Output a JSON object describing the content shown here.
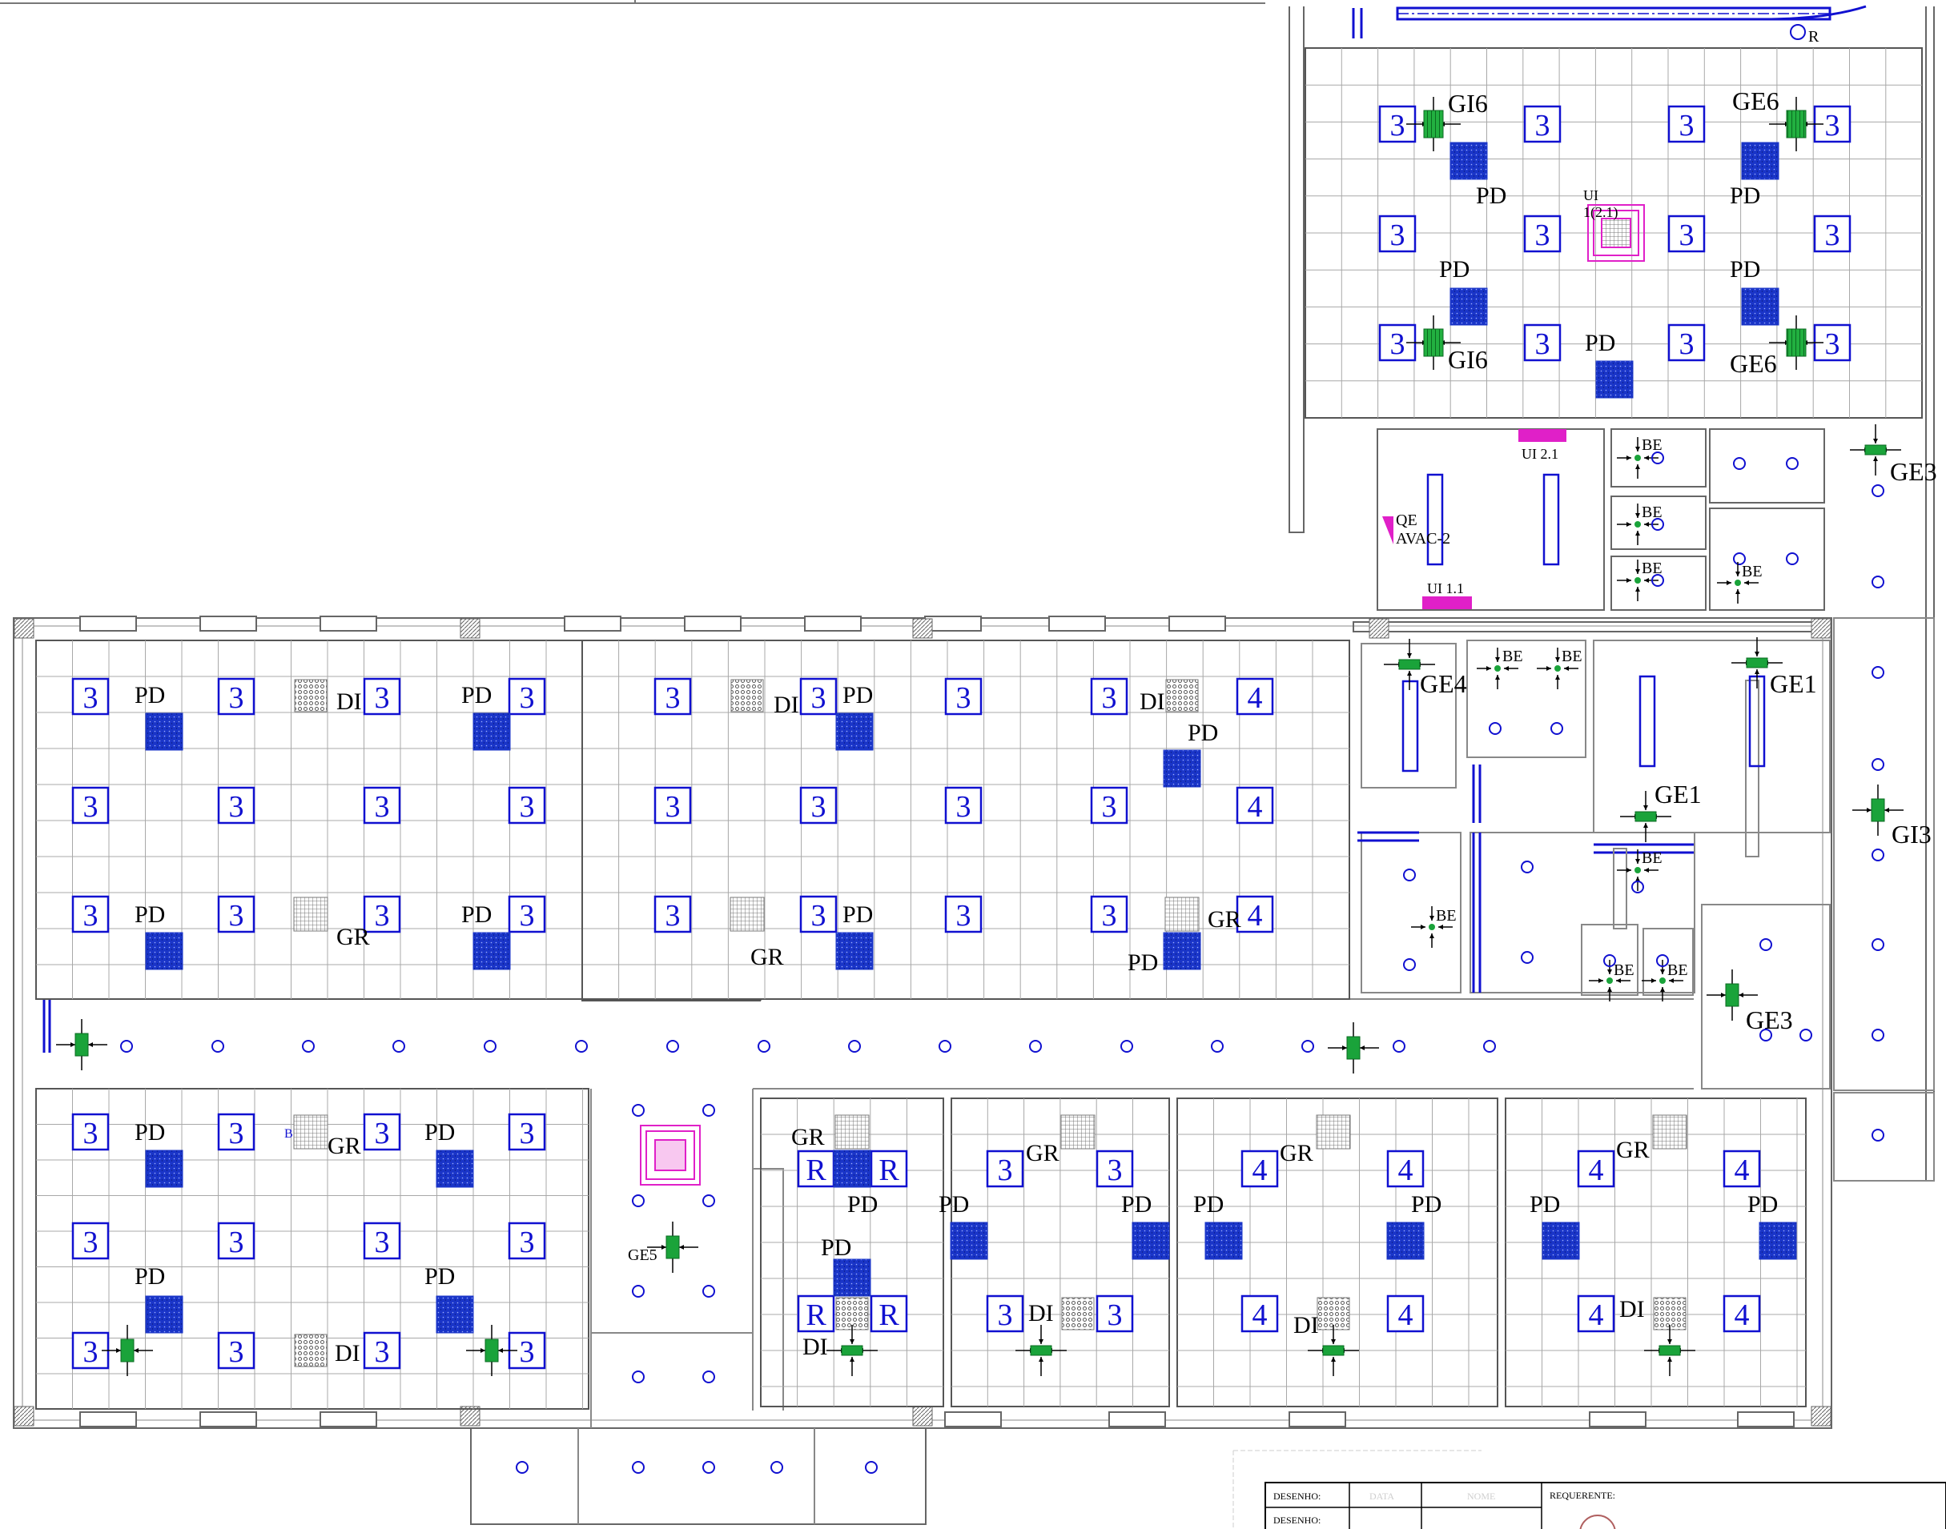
{
  "labels": {
    "pd": "PD",
    "di": "DI",
    "gr": "GR",
    "be": "BE",
    "ge1": "GE1",
    "ge3": "GE3",
    "ge4": "GE4",
    "ge5": "GE5",
    "ge6": "GE6",
    "gi3": "GI3",
    "gi6": "GI6",
    "r": "R",
    "b": "B",
    "ui_a": "UI",
    "ui_b": "1(2.1)",
    "ui21": "UI 2.1",
    "ui11": "UI 1.1",
    "qe_a": "QE",
    "qe_b": "AVAC-2"
  },
  "numbers": {
    "n3": "3",
    "n4": "4"
  },
  "title_block": {
    "desenho": "DESENHO:",
    "data": "DATA",
    "nome": "NOME",
    "requerente": "REQUERENTE:"
  },
  "colors": {
    "grid": "#a8a8a8",
    "wall": "#555555",
    "blue": "#1010d0",
    "pd_fill": "#1a35c8",
    "green": "#1aa33a",
    "magenta": "#e020c8"
  }
}
